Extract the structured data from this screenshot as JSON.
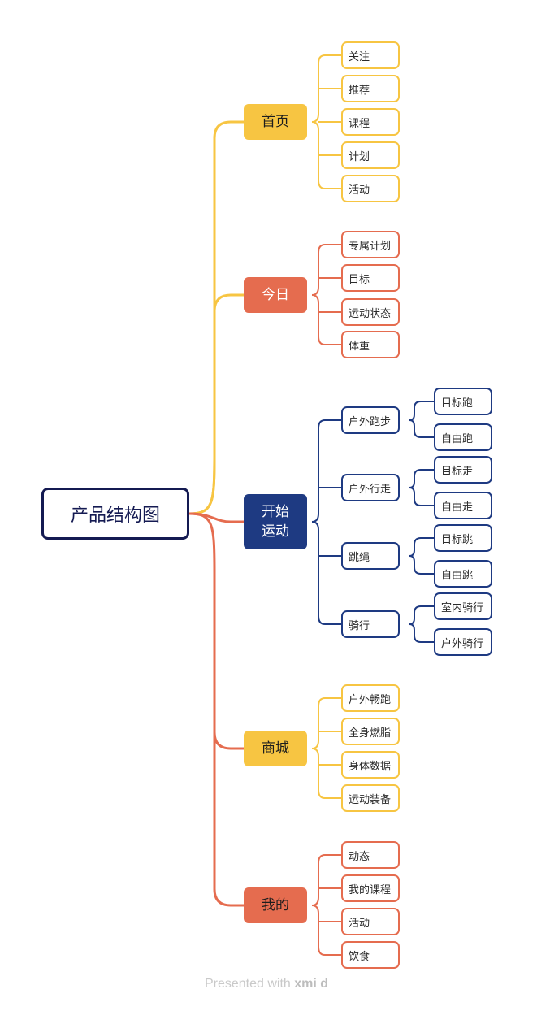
{
  "root": {
    "label": "产品结构图"
  },
  "colors": {
    "yellow": "#f7c542",
    "orange": "#e56c4f",
    "navy": "#1e3a82",
    "root_border": "#141a52"
  },
  "branches": [
    {
      "label": "首页",
      "color": "yellow",
      "children": [
        {
          "label": "关注"
        },
        {
          "label": "推荐"
        },
        {
          "label": "课程"
        },
        {
          "label": "计划"
        },
        {
          "label": "活动"
        }
      ]
    },
    {
      "label": "今日",
      "color": "orange",
      "children": [
        {
          "label": "专属计划"
        },
        {
          "label": "目标"
        },
        {
          "label": "运动状态"
        },
        {
          "label": "体重"
        }
      ]
    },
    {
      "label": "开始运动",
      "display_lines": [
        "开始",
        "运动"
      ],
      "color": "navy",
      "children": [
        {
          "label": "户外跑步",
          "children": [
            {
              "label": "目标跑"
            },
            {
              "label": "自由跑"
            }
          ]
        },
        {
          "label": "户外行走",
          "children": [
            {
              "label": "目标走"
            },
            {
              "label": "自由走"
            }
          ]
        },
        {
          "label": "跳绳",
          "children": [
            {
              "label": "目标跳"
            },
            {
              "label": "自由跳"
            }
          ]
        },
        {
          "label": "骑行",
          "children": [
            {
              "label": "室内骑行"
            },
            {
              "label": "户外骑行"
            }
          ]
        }
      ]
    },
    {
      "label": "商城",
      "color": "yellow",
      "children": [
        {
          "label": "户外畅跑"
        },
        {
          "label": "全身燃脂"
        },
        {
          "label": "身体数据"
        },
        {
          "label": "运动装备"
        }
      ]
    },
    {
      "label": "我的",
      "color": "orange",
      "children": [
        {
          "label": "动态"
        },
        {
          "label": "我的课程"
        },
        {
          "label": "活动"
        },
        {
          "label": "饮食"
        }
      ]
    }
  ],
  "footer": {
    "prefix": "Presented with",
    "brand": "xmi d"
  }
}
